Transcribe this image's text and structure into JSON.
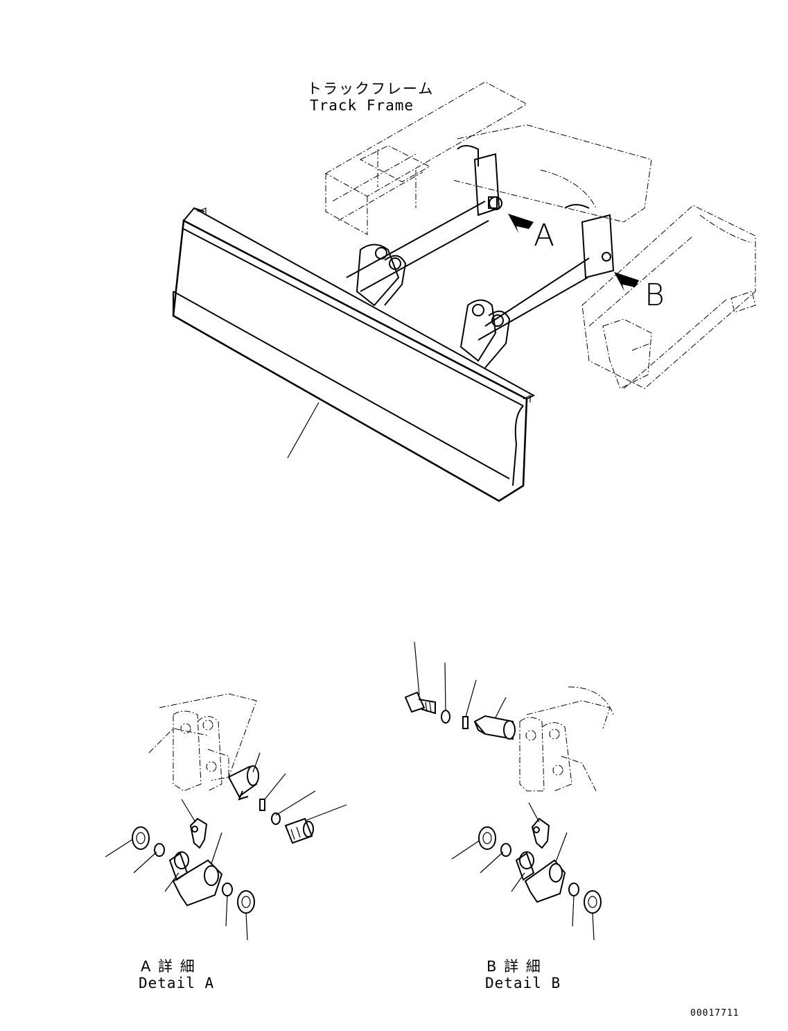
{
  "labels": {
    "track_frame_jp": "トラックフレーム",
    "track_frame_en": "Track Frame",
    "callout_a": "A",
    "callout_b": "B",
    "detail_a_jp": "A 詳 細",
    "detail_a_en": "Detail A",
    "detail_b_jp": "B 詳 細",
    "detail_b_en": "Detail B",
    "drawing_number": "00017711"
  }
}
